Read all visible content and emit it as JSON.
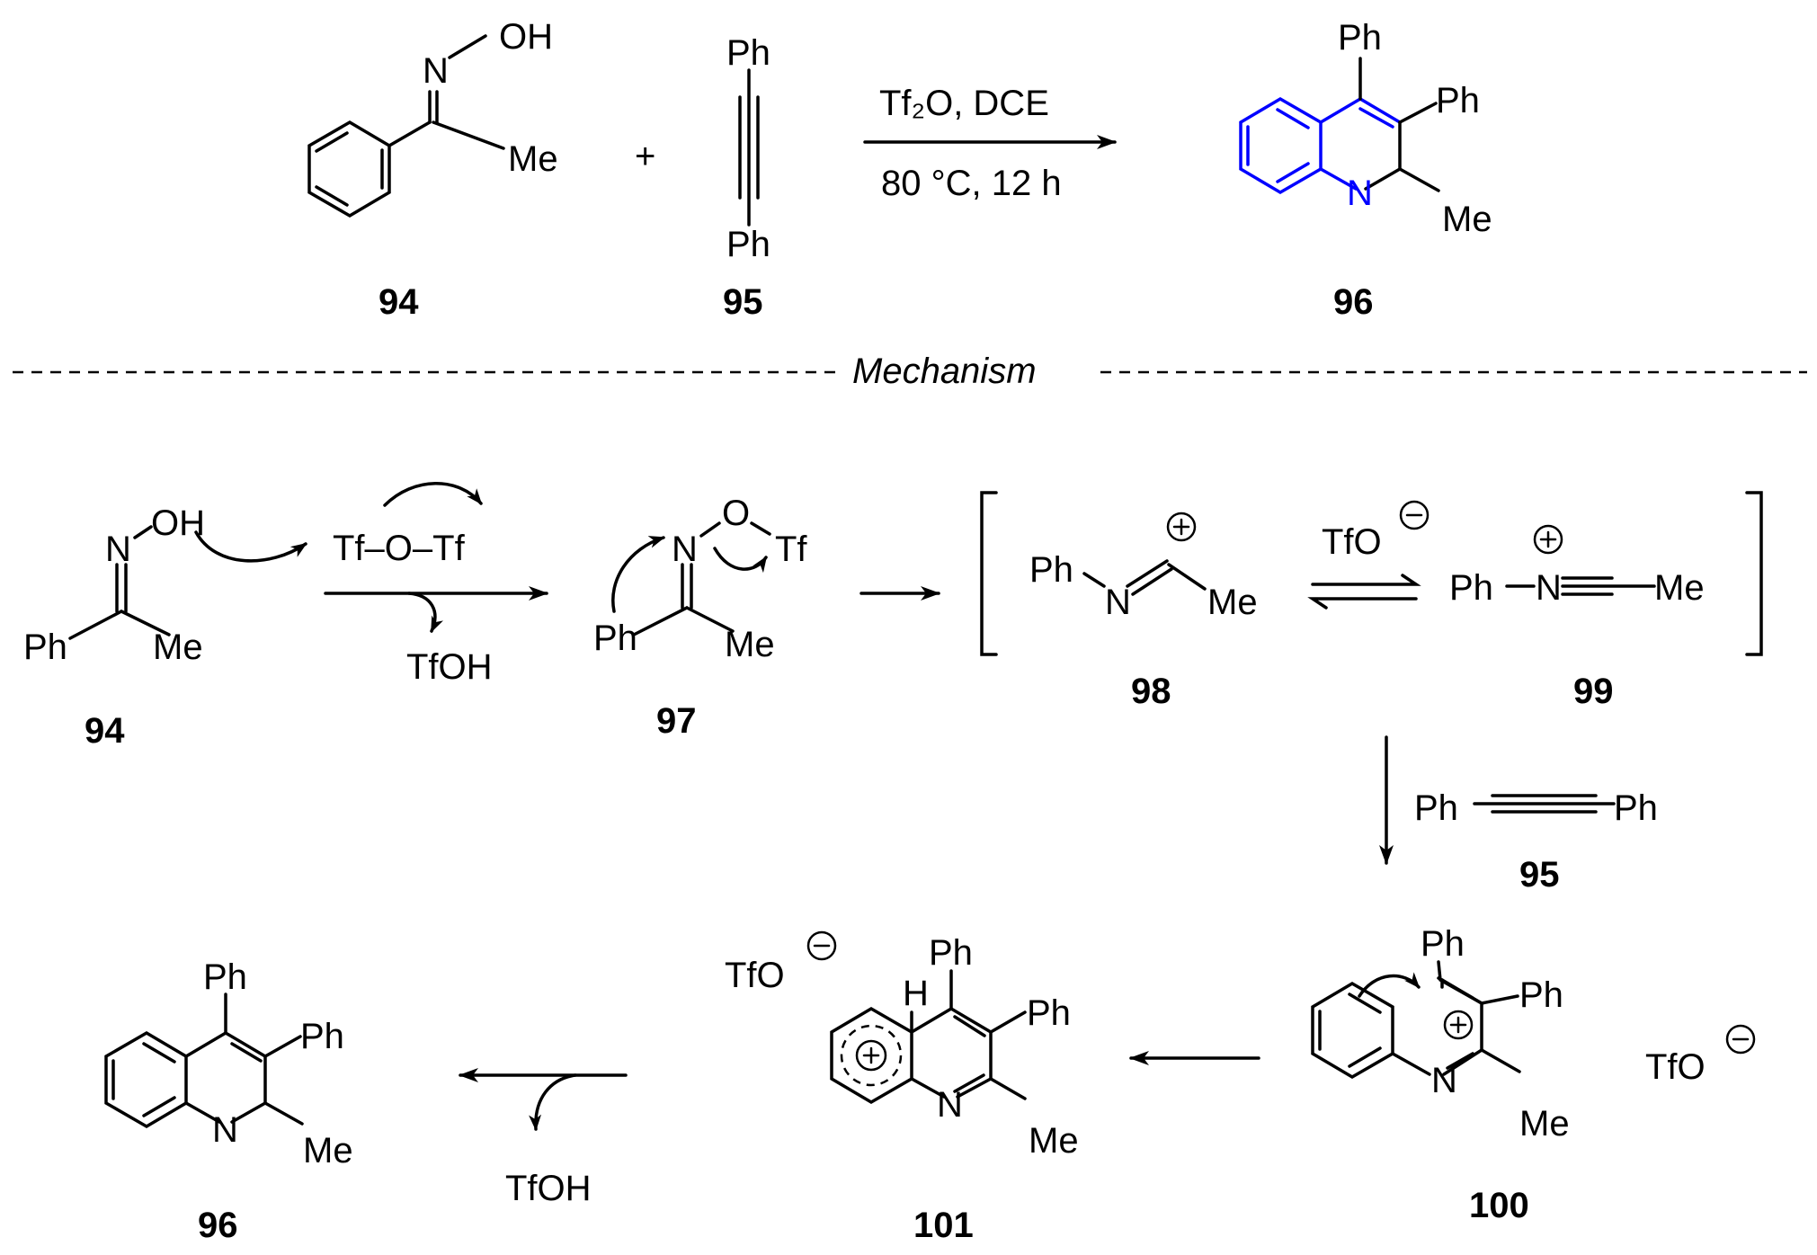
{
  "reaction": {
    "conditions_top": "Tf₂O, DCE",
    "conditions_bottom": "80 °C, 12 h",
    "plus": "+"
  },
  "labels": {
    "c94": "94",
    "c95": "95",
    "c96": "96",
    "c97": "97",
    "c98": "98",
    "c99": "99",
    "c100": "100",
    "c101": "101"
  },
  "divider": "Mechanism",
  "atoms": {
    "ph": "Ph",
    "me": "Me",
    "n": "N",
    "oh": "OH",
    "tf": "Tf",
    "o": "O",
    "h": "H",
    "tfoh": "TfOH",
    "tfo": "TfO",
    "tf2o": "Tf–O–Tf",
    "plus": "+",
    "minus": "−"
  },
  "colors": {
    "product": "#0000ff",
    "ink": "#000000"
  }
}
